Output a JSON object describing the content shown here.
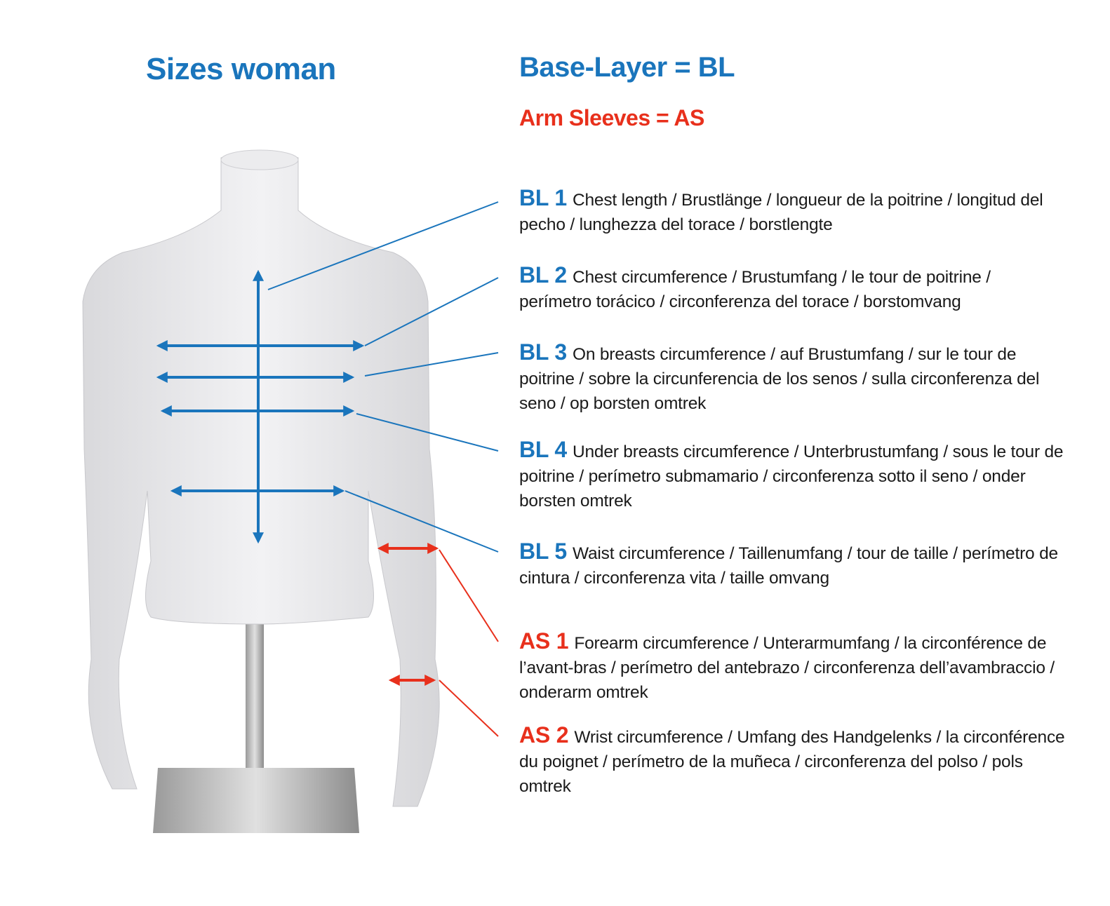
{
  "titles": {
    "main": "Sizes woman",
    "base_layer": "Base-Layer = BL",
    "arm_sleeves": "Arm Sleeves = AS"
  },
  "colors": {
    "blue": "#1a75bc",
    "red": "#e8301c"
  },
  "items": [
    {
      "code": "BL 1",
      "text": "Chest length / Brustlänge / longueur de la poitrine / longitud del pecho / lunghezza del torace / borstlengte"
    },
    {
      "code": "BL 2",
      "text": "Chest circumference / Brustumfang / le tour de poitrine / perímetro torácico / circonferenza del torace / borstomvang"
    },
    {
      "code": "BL 3",
      "text": "On breasts circumference / auf Brustumfang / sur le tour de poitrine / sobre la circunferencia de los senos / sulla circonferenza del seno / op borsten omtrek"
    },
    {
      "code": "BL 4",
      "text": "Under breasts circumference / Unterbrustumfang / sous le tour de poitrine / perímetro submamario / circonferenza sotto il seno / onder borsten omtrek"
    },
    {
      "code": "BL 5",
      "text": "Waist circumference / Taillenumfang / tour de taille / perímetro de cintura / circonferenza vita / taille omvang"
    },
    {
      "code": "AS 1",
      "text": "Forearm circumference / Unterarmumfang / la circonférence de l’avant-bras / perímetro del antebrazo / circonferenza dell’avambraccio / onderarm omtrek"
    },
    {
      "code": "AS 2",
      "text": "Wrist circumference / Umfang des Handgelenks / la circonférence du poignet / perímetro de la muñeca / circonferenza del polso / pols omtrek"
    }
  ]
}
